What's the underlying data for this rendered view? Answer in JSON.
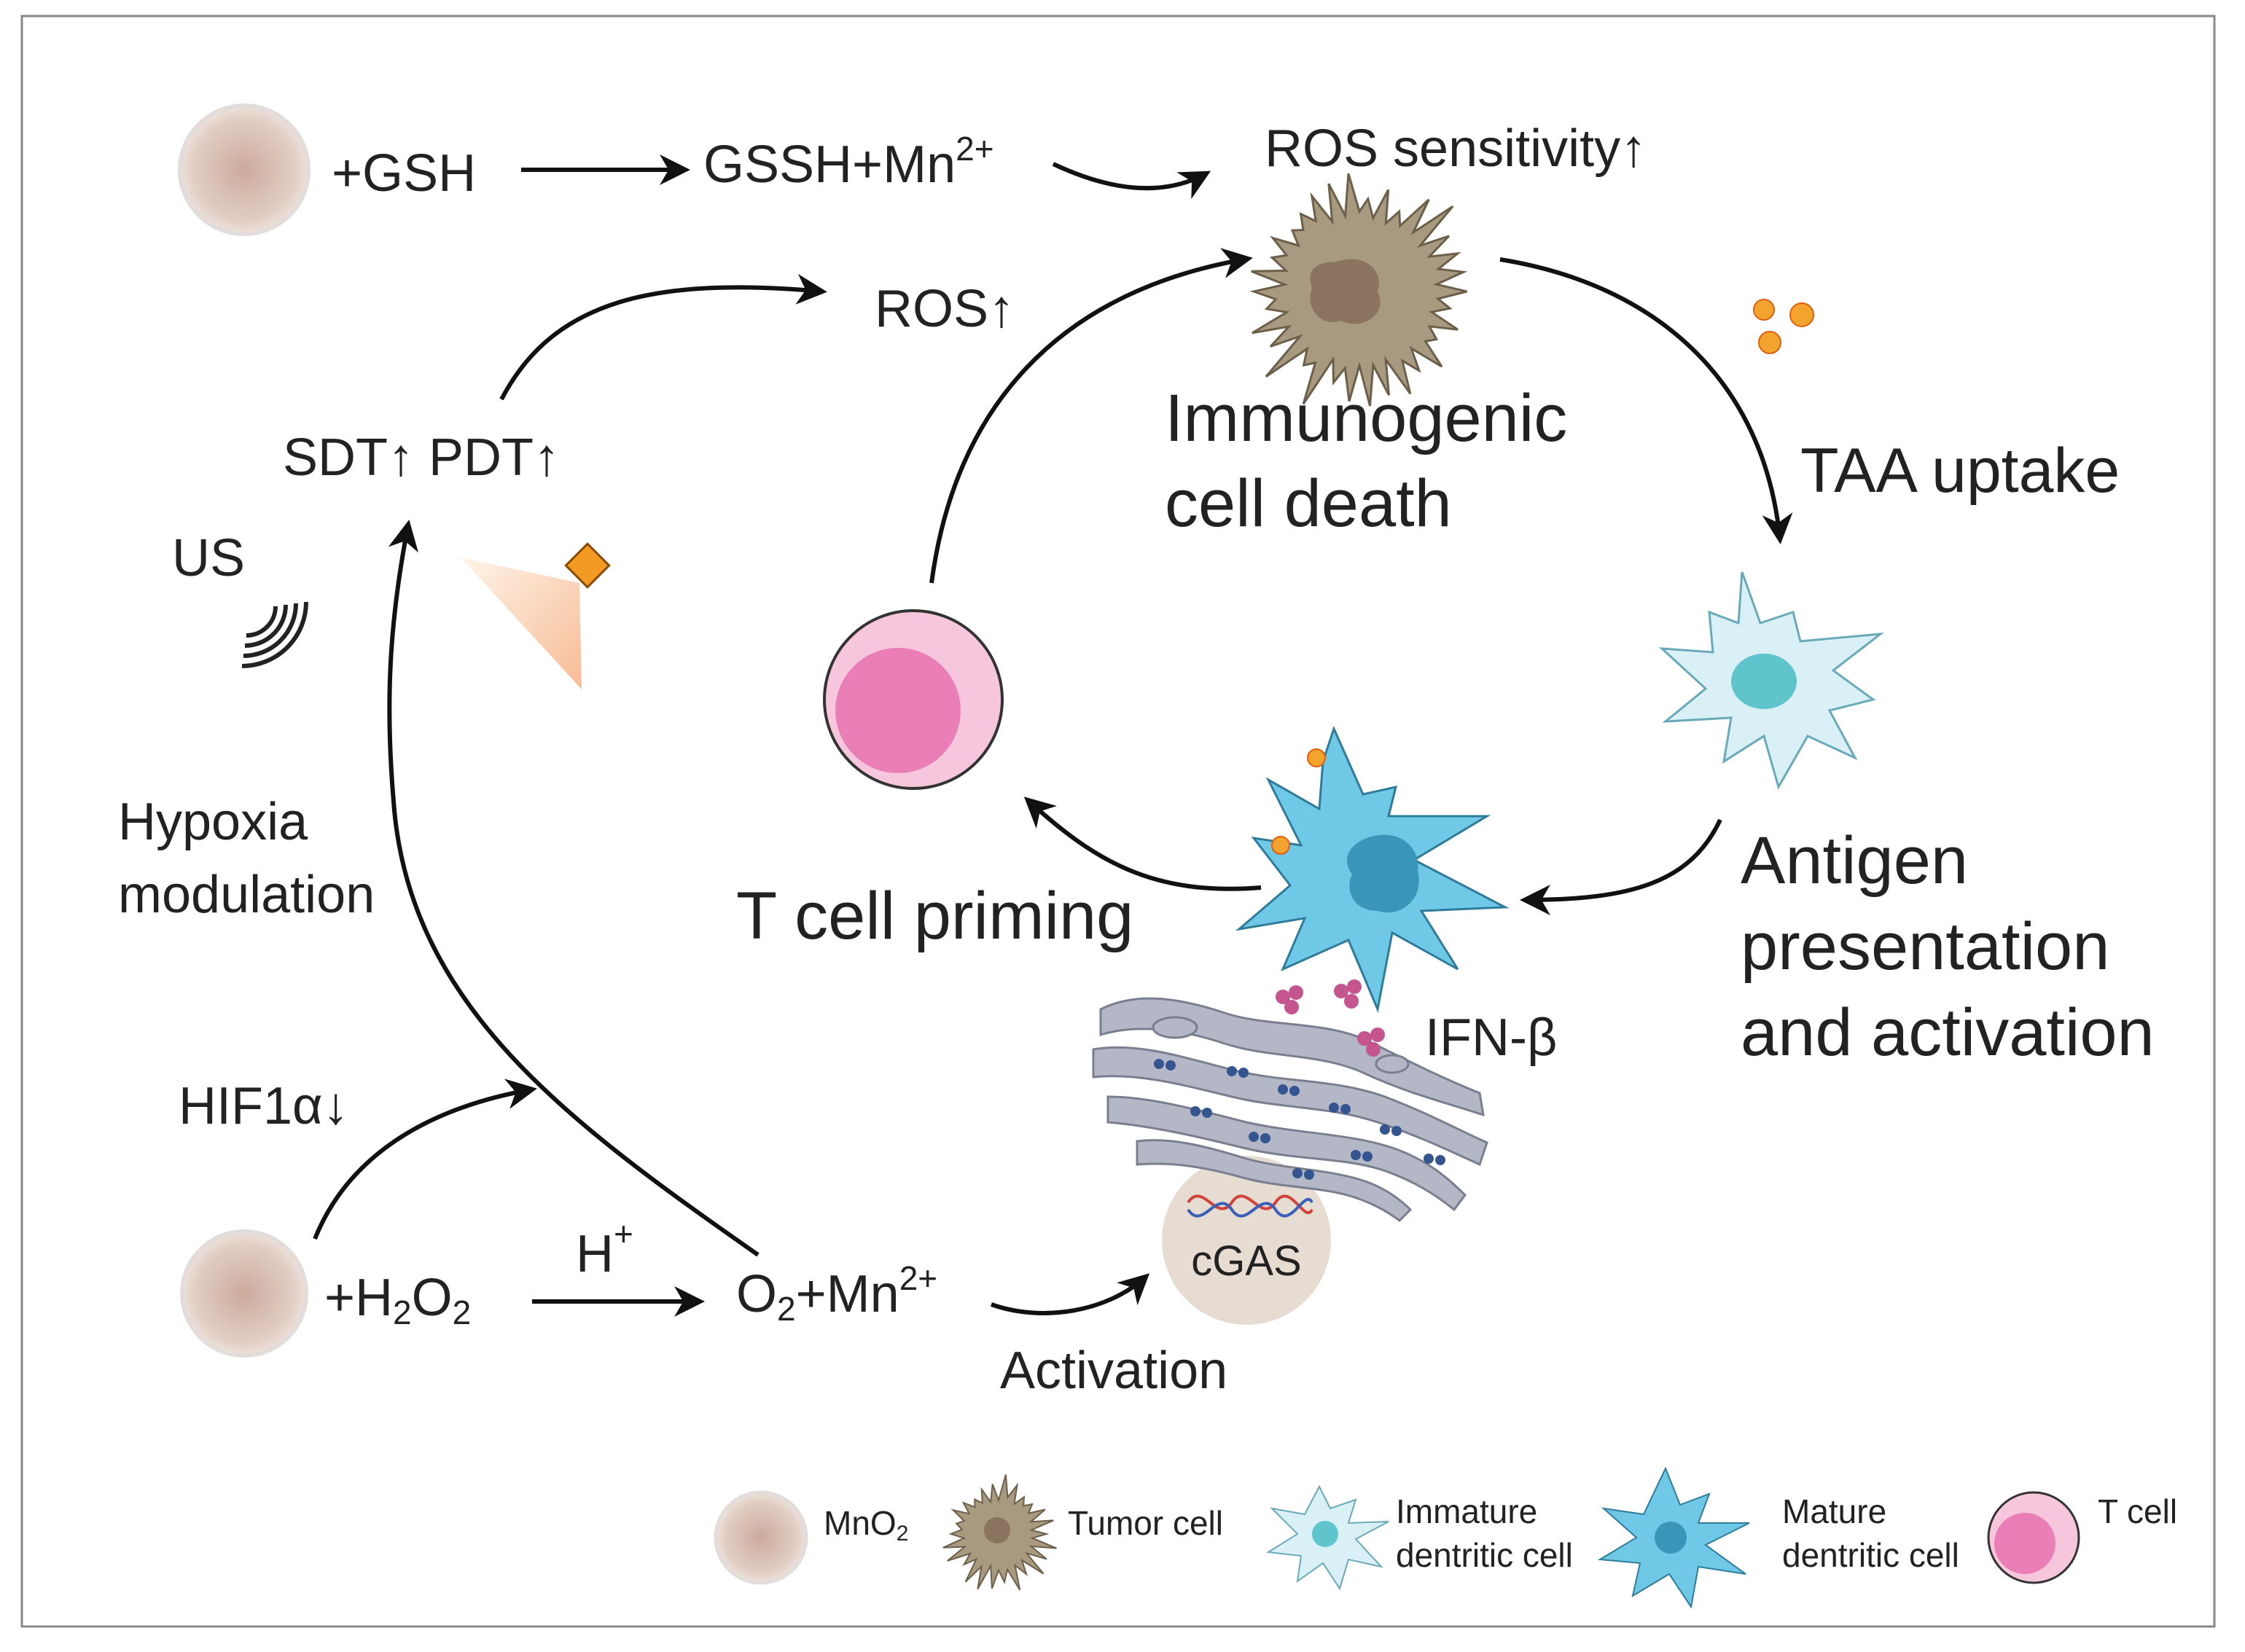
{
  "colors": {
    "frame": "#888888",
    "arrow": "#111111",
    "mno2": "#d8c0b6",
    "tumor": "#a89a80",
    "tumor_core": "#8a7460",
    "immature_dc": "#d8f0f6",
    "immature_dc_core": "#5fc4cc",
    "mature_dc": "#6ec8e6",
    "mature_dc_core": "#3a96b8",
    "tcell_outer": "#f6c6dc",
    "tcell_inner": "#e97fb6",
    "taa": "#f2a42e",
    "ifn": "#c4558f",
    "er": "#b4b8c6",
    "ribosome": "#34558f",
    "cgas": "#e6dcd2",
    "light": "#f8c7a0",
    "source": "#f29a22"
  },
  "top_row": {
    "reagent": "+GSH",
    "product_main": "GSSH+Mn",
    "product_sup": "2+",
    "effect": "ROS sensitivity↑"
  },
  "therapy": {
    "ros": "ROS↑",
    "sdt_pdt": "SDT↑ PDT↑",
    "us": "US"
  },
  "hypoxia": {
    "line1": "Hypoxia",
    "line2": "modulation",
    "hif": "HIF1α↓"
  },
  "bottom_row": {
    "reagent_pre": "+H",
    "reagent_sub1": "2",
    "reagent_mid": "O",
    "reagent_sub2": "2",
    "catalyst": "H",
    "catalyst_sup": "+",
    "product_pre": "O",
    "product_sub": "2",
    "product_main": "+Mn",
    "product_sup": "2+",
    "activation": "Activation",
    "cgas": "cGAS"
  },
  "cycle": {
    "icd_line1": "Immunogenic",
    "icd_line2": "cell death",
    "taa": "TAA uptake",
    "antigen_line1": "Antigen",
    "antigen_line2": "presentation",
    "antigen_line3": "and activation",
    "tcell_priming": "T cell priming",
    "ifn": "IFN-β"
  },
  "legend": {
    "mno2_pre": "MnO",
    "mno2_sub": "2",
    "tumor": "Tumor cell",
    "immature_line1": "Immature",
    "immature_line2": "dentritic cell",
    "mature_line1": "Mature",
    "mature_line2": "dentritic cell",
    "tcell": "T cell"
  }
}
